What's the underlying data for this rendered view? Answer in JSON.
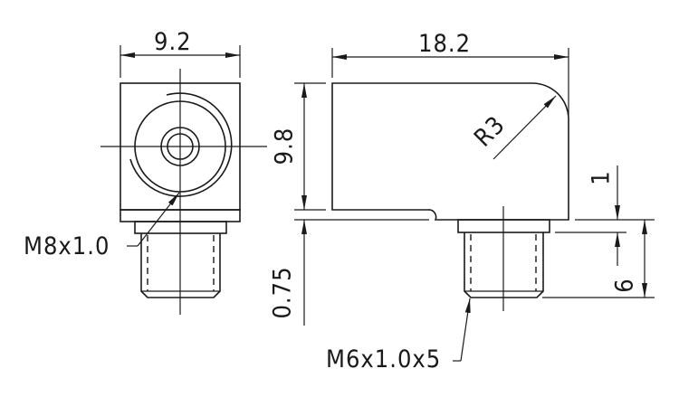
{
  "drawing": {
    "front_view": {
      "width_dim": "9.2",
      "thread_callout": "M8x1.0"
    },
    "side_view": {
      "length_dim": "18.2",
      "height_dim": "9.8",
      "radius_dim": "R3",
      "step_dim": "0.75",
      "flange_dim": "1",
      "thread_length_dim": "6",
      "thread_callout": "M6x1.0x5"
    },
    "colors": {
      "line": "#1a1a1a",
      "background": "#ffffff"
    }
  }
}
